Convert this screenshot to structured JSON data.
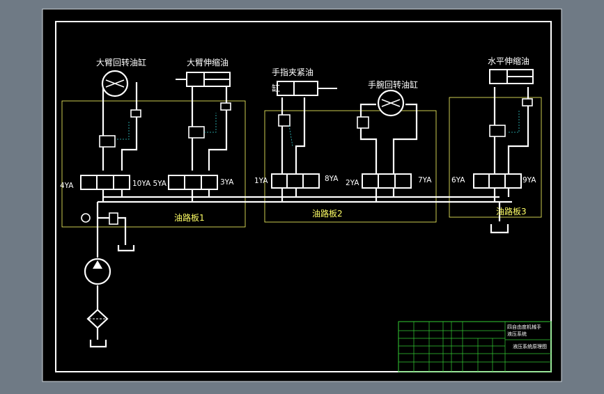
{
  "colors": {
    "background": "#6f7a85",
    "sheet": "#000000",
    "line": "#ffffff",
    "frame_box": "#ffff66",
    "dimension": "#33cccc",
    "title_grid": "#33cc33",
    "label": "#ffffff"
  },
  "cylinders": {
    "big_arm_rotate": "大臂回转油缸",
    "big_arm_extend": "大臂伸缩油",
    "finger_clamp": "手指夹紧油",
    "finger_clamp_cont": "缸",
    "wrist_rotate": "手腕回转油缸",
    "horizontal_extend": "水平伸缩油"
  },
  "plates": {
    "plate1": "油路板1",
    "plate2": "油路板2",
    "plate3": "油路板3"
  },
  "solenoids": {
    "s4ya": "4YA",
    "s10ya5ya": "10YA 5YA",
    "s3ya": "3YA",
    "s1ya": "1YA",
    "s8ya": "8YA",
    "s2ya": "2YA",
    "s7ya": "7YA",
    "s6ya": "6YA",
    "s9ya": "9YA"
  },
  "title_block": {
    "name": "液压系统原理图",
    "heading_line1": "四自由度机械手",
    "heading_line2": "液压系统"
  }
}
